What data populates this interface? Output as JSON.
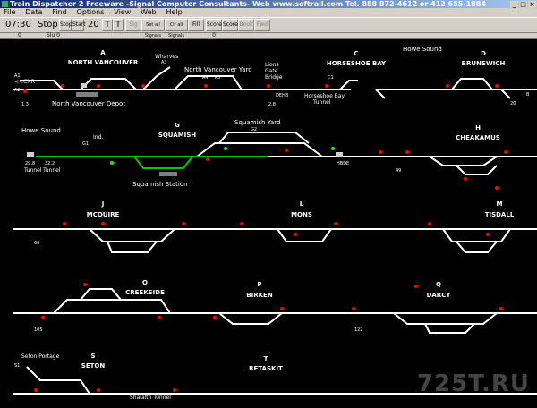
{
  "window": {
    "title": "Train Dispatcher 2 Freeware -Signal Computer Consultants- Web www.softrail.com  Tel. 888 872-4612 or 412 655-1884"
  },
  "menu": [
    "File",
    "Data",
    "Find",
    "Options",
    "View",
    "Web",
    "Help"
  ],
  "toolbar": {
    "time": "07:30",
    "stop_label": "Stop",
    "speed": "20",
    "t_label": "T",
    "t2_label": "T",
    "buttons": [
      "Stop",
      "Start",
      "Sig",
      "Set all Signals",
      "Clr all Signals",
      "Fill",
      "Score 0",
      "Score",
      "Book",
      "Fwd"
    ]
  },
  "statusbar": {
    "left": "0",
    "right": "Slu 0"
  },
  "stations": [
    {
      "code": "A",
      "name": "NORTH VANCOUVER"
    },
    {
      "code": "C",
      "name": "HORSESHOE BAY"
    },
    {
      "code": "D",
      "name": "BRUNSWICH"
    },
    {
      "code": "G",
      "name": "SQUAMISH"
    },
    {
      "code": "H",
      "name": "CHEAKAMUS"
    },
    {
      "code": "J",
      "name": "MCQUIRE"
    },
    {
      "code": "L",
      "name": "MONS"
    },
    {
      "code": "M",
      "name": "TISDALL"
    },
    {
      "code": "O",
      "name": "CREEKSIDE"
    },
    {
      "code": "P",
      "name": "BIRKEN"
    },
    {
      "code": "Q",
      "name": "DARCY"
    },
    {
      "code": "S",
      "name": "SETON"
    },
    {
      "code": "T",
      "name": "RETASKIT"
    }
  ],
  "labels": {
    "wharves": "Wharves",
    "nv_yard": "North Vancouver Yard",
    "lions_gate": "Lions",
    "lions_gate2": "Gate",
    "lions_gate3": "Bridge",
    "howe_sound_top": "Howe Sound",
    "nv_depot": "North Vancouver Depot",
    "hs_tunnel": "Horseshoe Bay",
    "hs_tunnel2": "Tunnel",
    "howe_sound_left": "Howe Sound",
    "squamish_yard": "Squamish Yard",
    "squamish_station": "Squamish Station",
    "ind": "Ind.",
    "tunnel1": "Tunnel",
    "tunnel2": "Tunnel",
    "seton_portage": "Seton Portage",
    "shalalth_tunnel": "Shalalth Tunnel",
    "cnr": "<<CNR",
    "watermark": "725T.RU"
  },
  "mileposts": {
    "m1": "1.3",
    "m2": "2.8",
    "m3": "20",
    "m4": "29.8",
    "m5": "32.2",
    "m6": "49",
    "m7": "66",
    "m8": "105",
    "m9": "122",
    "dehb": "DEHB",
    "hbde": "HBDE",
    "a1": "A1",
    "a2": "A2",
    "a3": "A3",
    "a4": "A4",
    "a5": "A5",
    "c1": "C1",
    "g1": "G1",
    "g2": "G2",
    "s1": "S1",
    "b": "B"
  },
  "colors": {
    "track": "#ffffff",
    "occupied": "#00c800",
    "signal_red": "#ff0000",
    "signal_green": "#00ff00",
    "block": "#808080"
  }
}
